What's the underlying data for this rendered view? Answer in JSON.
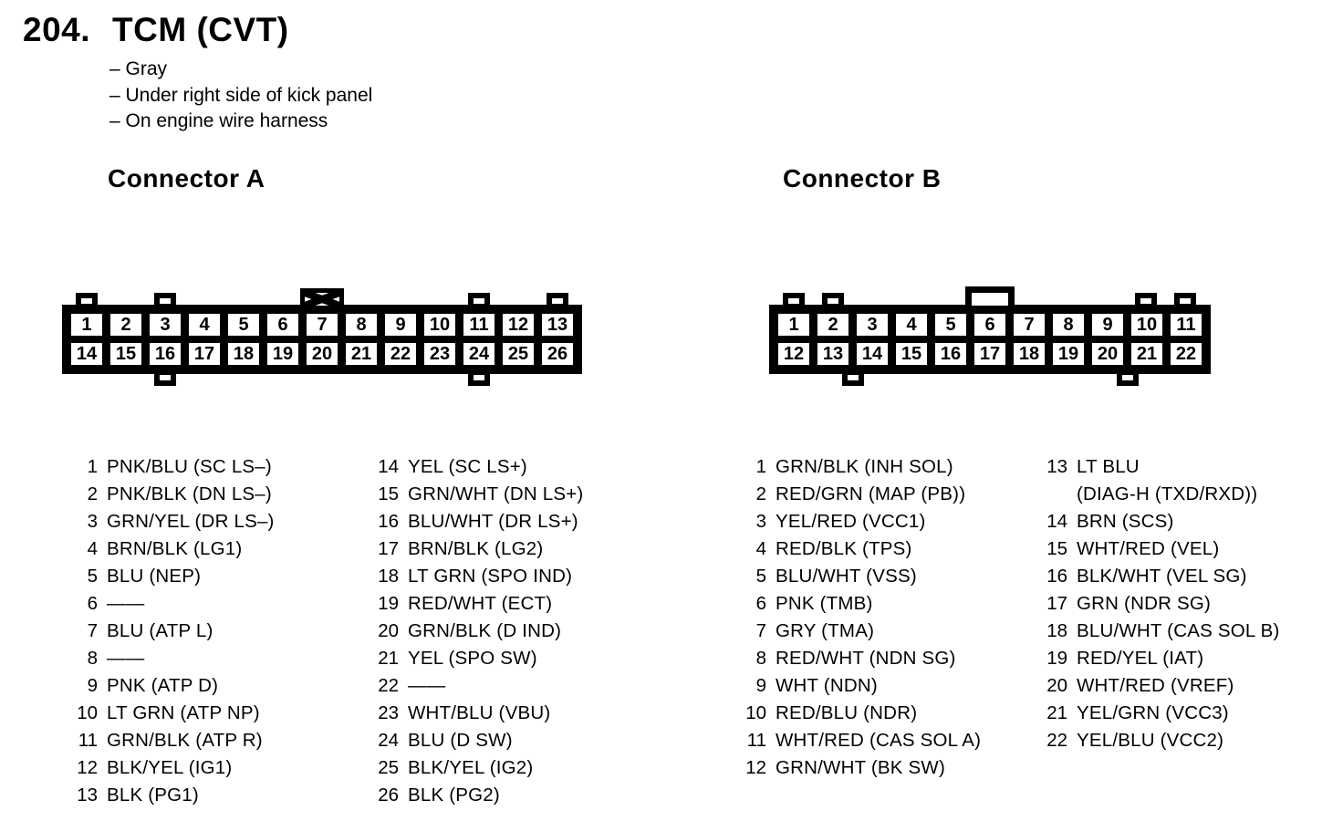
{
  "page": {
    "number": "204.",
    "title": "TCM (CVT)",
    "notes": [
      "– Gray",
      "– Under right side of kick panel",
      "– On engine wire harness"
    ]
  },
  "connectors": {
    "a": {
      "heading": "Connector A",
      "grid": {
        "top": [
          "1",
          "2",
          "3",
          "4",
          "5",
          "6",
          "7",
          "8",
          "9",
          "10",
          "11",
          "12",
          "13"
        ],
        "bottom": [
          "14",
          "15",
          "16",
          "17",
          "18",
          "19",
          "20",
          "21",
          "22",
          "23",
          "24",
          "25",
          "26"
        ]
      },
      "pins_col1": [
        {
          "num": "1",
          "label": "PNK/BLU (SC LS–)"
        },
        {
          "num": "2",
          "label": "PNK/BLK (DN LS–)"
        },
        {
          "num": "3",
          "label": "GRN/YEL (DR LS–)"
        },
        {
          "num": "4",
          "label": "BRN/BLK (LG1)"
        },
        {
          "num": "5",
          "label": "BLU (NEP)"
        },
        {
          "num": "6",
          "label": "——"
        },
        {
          "num": "7",
          "label": "BLU (ATP L)"
        },
        {
          "num": "8",
          "label": "——"
        },
        {
          "num": "9",
          "label": "PNK (ATP D)"
        },
        {
          "num": "10",
          "label": "LT GRN (ATP NP)"
        },
        {
          "num": "11",
          "label": "GRN/BLK (ATP R)"
        },
        {
          "num": "12",
          "label": "BLK/YEL (IG1)"
        },
        {
          "num": "13",
          "label": "BLK (PG1)"
        }
      ],
      "pins_col2": [
        {
          "num": "14",
          "label": "YEL (SC LS+)"
        },
        {
          "num": "15",
          "label": "GRN/WHT (DN LS+)"
        },
        {
          "num": "16",
          "label": "BLU/WHT (DR LS+)"
        },
        {
          "num": "17",
          "label": "BRN/BLK (LG2)"
        },
        {
          "num": "18",
          "label": "LT GRN (SPO IND)"
        },
        {
          "num": "19",
          "label": "RED/WHT (ECT)"
        },
        {
          "num": "20",
          "label": "GRN/BLK (D IND)"
        },
        {
          "num": "21",
          "label": "YEL (SPO SW)"
        },
        {
          "num": "22",
          "label": "——"
        },
        {
          "num": "23",
          "label": "WHT/BLU (VBU)"
        },
        {
          "num": "24",
          "label": "BLU (D SW)"
        },
        {
          "num": "25",
          "label": "BLK/YEL (IG2)"
        },
        {
          "num": "26",
          "label": "BLK (PG2)"
        }
      ]
    },
    "b": {
      "heading": "Connector B",
      "grid": {
        "top": [
          "1",
          "2",
          "3",
          "4",
          "5",
          "6",
          "7",
          "8",
          "9",
          "10",
          "11"
        ],
        "bottom": [
          "12",
          "13",
          "14",
          "15",
          "16",
          "17",
          "18",
          "19",
          "20",
          "21",
          "22"
        ]
      },
      "pins_col1": [
        {
          "num": "1",
          "label": "GRN/BLK (INH SOL)"
        },
        {
          "num": "2",
          "label": "RED/GRN (MAP (PB))"
        },
        {
          "num": "3",
          "label": "YEL/RED (VCC1)"
        },
        {
          "num": "4",
          "label": "RED/BLK (TPS)"
        },
        {
          "num": "5",
          "label": "BLU/WHT (VSS)"
        },
        {
          "num": "6",
          "label": "PNK (TMB)"
        },
        {
          "num": "7",
          "label": "GRY (TMA)"
        },
        {
          "num": "8",
          "label": "RED/WHT (NDN SG)"
        },
        {
          "num": "9",
          "label": "WHT (NDN)"
        },
        {
          "num": "10",
          "label": "RED/BLU (NDR)"
        },
        {
          "num": "11",
          "label": "WHT/RED (CAS SOL A)"
        },
        {
          "num": "12",
          "label": "GRN/WHT (BK SW)"
        }
      ],
      "pins_col2": [
        {
          "num": "13",
          "label": "LT BLU\n(DIAG-H (TXD/RXD))"
        },
        {
          "num": "14",
          "label": "BRN (SCS)"
        },
        {
          "num": "15",
          "label": "WHT/RED (VEL)"
        },
        {
          "num": "16",
          "label": "BLK/WHT (VEL SG)"
        },
        {
          "num": "17",
          "label": "GRN (NDR SG)"
        },
        {
          "num": "18",
          "label": "BLU/WHT (CAS SOL B)"
        },
        {
          "num": "19",
          "label": "RED/YEL (IAT)"
        },
        {
          "num": "20",
          "label": "WHT/RED (VREF)"
        },
        {
          "num": "21",
          "label": "YEL/GRN (VCC3)"
        },
        {
          "num": "22",
          "label": "YEL/BLU (VCC2)"
        }
      ]
    }
  }
}
